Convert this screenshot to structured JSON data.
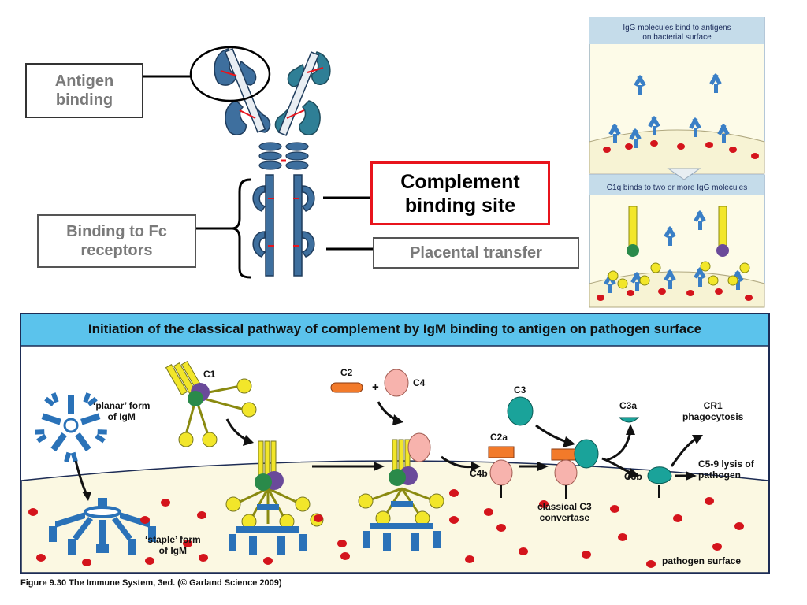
{
  "top": {
    "antigen_label": "Antigen\nbinding",
    "fc_label": "Binding to Fc\nreceptors",
    "complement_label": "Complement\nbinding site",
    "placental_label": "Placental transfer"
  },
  "panel": {
    "caption1": "IgG molecules bind to antigens\non bacterial surface",
    "caption2": "C1q binds to two or more IgG molecules"
  },
  "bottom": {
    "title": "Initiation of the classical pathway of complement by IgM binding to antigen on pathogen surface",
    "c1": "C1",
    "planar": "‘planar’ form\nof IgM",
    "staple": "‘staple’ form\nof IgM",
    "c2": "C2",
    "plus": "+",
    "c4": "C4",
    "c3": "C3",
    "c2a": "C2a",
    "c4b": "C4b",
    "convertase": "classical C3\nconvertase",
    "c3a": "C3a",
    "c3b": "C3b",
    "cr1": "CR1\nphagocytosis",
    "lysis": "C5-9 lysis of\npathogen",
    "surface": "pathogen surface"
  },
  "caption": "Figure 9.30  The Immune System, 3ed. (© Garland Science 2009)",
  "colors": {
    "antibody": "#2d5a8a",
    "red_accent": "#e8141c",
    "title_bar": "#5bc3ec",
    "surface": "#fbf8e2",
    "c1q": "#f2e62a",
    "c2": "#f27a2a",
    "c4": "#f7b3ad",
    "c3": "#1aa39a"
  }
}
